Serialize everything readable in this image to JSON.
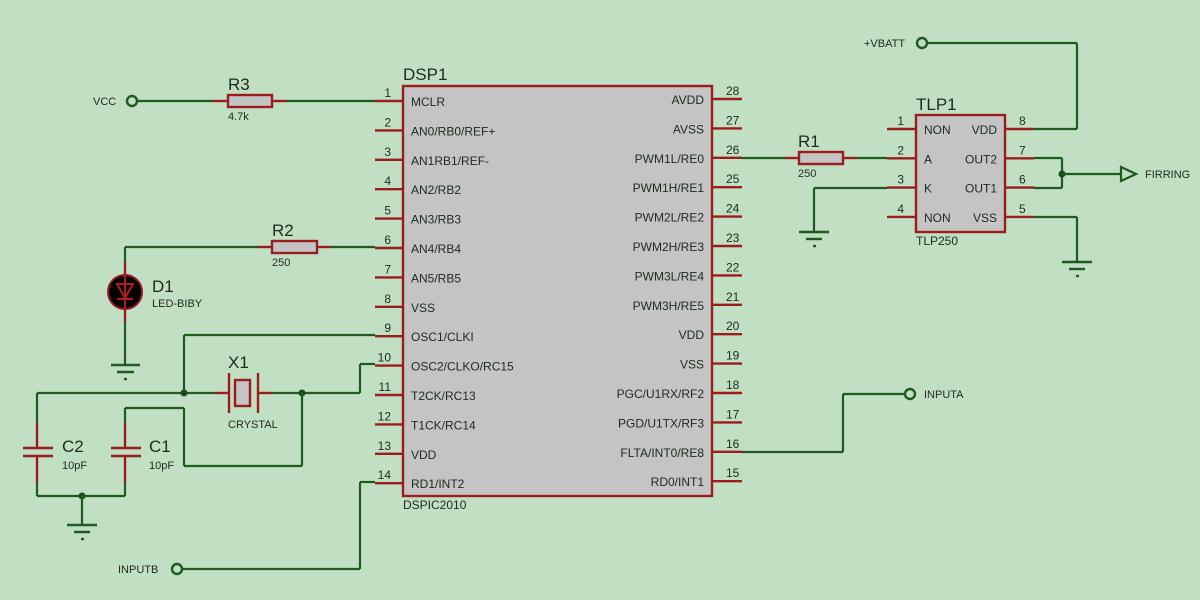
{
  "schematic": {
    "colors": {
      "background": "#c1dfc3",
      "wire": "#1f5a1f",
      "pin": "#9b1c1c",
      "body": "#c4c4c4"
    },
    "dsp": {
      "ref": "DSP1",
      "part": "DSPIC2010",
      "left_pins": [
        {
          "num": "1",
          "name": "MCLR"
        },
        {
          "num": "2",
          "name": "AN0/RB0/REF+"
        },
        {
          "num": "3",
          "name": "AN1RB1/REF-"
        },
        {
          "num": "4",
          "name": "AN2/RB2"
        },
        {
          "num": "5",
          "name": "AN3/RB3"
        },
        {
          "num": "6",
          "name": "AN4/RB4"
        },
        {
          "num": "7",
          "name": "AN5/RB5"
        },
        {
          "num": "8",
          "name": "VSS"
        },
        {
          "num": "9",
          "name": "OSC1/CLKI"
        },
        {
          "num": "10",
          "name": "OSC2/CLKO/RC15"
        },
        {
          "num": "11",
          "name": "T2CK/RC13"
        },
        {
          "num": "12",
          "name": "T1CK/RC14"
        },
        {
          "num": "13",
          "name": "VDD"
        },
        {
          "num": "14",
          "name": "RD1/INT2"
        }
      ],
      "right_pins": [
        {
          "num": "28",
          "name": "AVDD"
        },
        {
          "num": "27",
          "name": "AVSS"
        },
        {
          "num": "26",
          "name": "PWM1L/RE0"
        },
        {
          "num": "25",
          "name": "PWM1H/RE1"
        },
        {
          "num": "24",
          "name": "PWM2L/RE2"
        },
        {
          "num": "23",
          "name": "PWM2H/RE3"
        },
        {
          "num": "22",
          "name": "PWM3L/RE4"
        },
        {
          "num": "21",
          "name": "PWM3H/RE5"
        },
        {
          "num": "20",
          "name": "VDD"
        },
        {
          "num": "19",
          "name": "VSS"
        },
        {
          "num": "18",
          "name": "PGC/U1RX/RF2"
        },
        {
          "num": "17",
          "name": "PGD/U1TX/RF3"
        },
        {
          "num": "16",
          "name": "FLTA/INT0/RE8"
        },
        {
          "num": "15",
          "name": "RD0/INT1"
        }
      ]
    },
    "tlp": {
      "ref": "TLP1",
      "part": "TLP250",
      "left_pins": [
        {
          "num": "1",
          "name": "NON"
        },
        {
          "num": "2",
          "name": "A"
        },
        {
          "num": "3",
          "name": "K"
        },
        {
          "num": "4",
          "name": "NON"
        }
      ],
      "right_pins": [
        {
          "num": "8",
          "name": "VDD"
        },
        {
          "num": "7",
          "name": "OUT2"
        },
        {
          "num": "6",
          "name": "OUT1"
        },
        {
          "num": "5",
          "name": "VSS"
        }
      ]
    },
    "r1": {
      "ref": "R1",
      "value": "250"
    },
    "r2": {
      "ref": "R2",
      "value": "250"
    },
    "r3": {
      "ref": "R3",
      "value": "4.7k"
    },
    "d1": {
      "ref": "D1",
      "value": "LED-BIBY"
    },
    "x1": {
      "ref": "X1",
      "value": "CRYSTAL"
    },
    "c1": {
      "ref": "C1",
      "value": "10pF"
    },
    "c2": {
      "ref": "C2",
      "value": "10pF"
    },
    "terminals": {
      "vcc": "VCC",
      "vbatt": "+VBATT",
      "firring": "FIRRING",
      "inputa": "INPUTA",
      "inputb": "INPUTB"
    }
  }
}
